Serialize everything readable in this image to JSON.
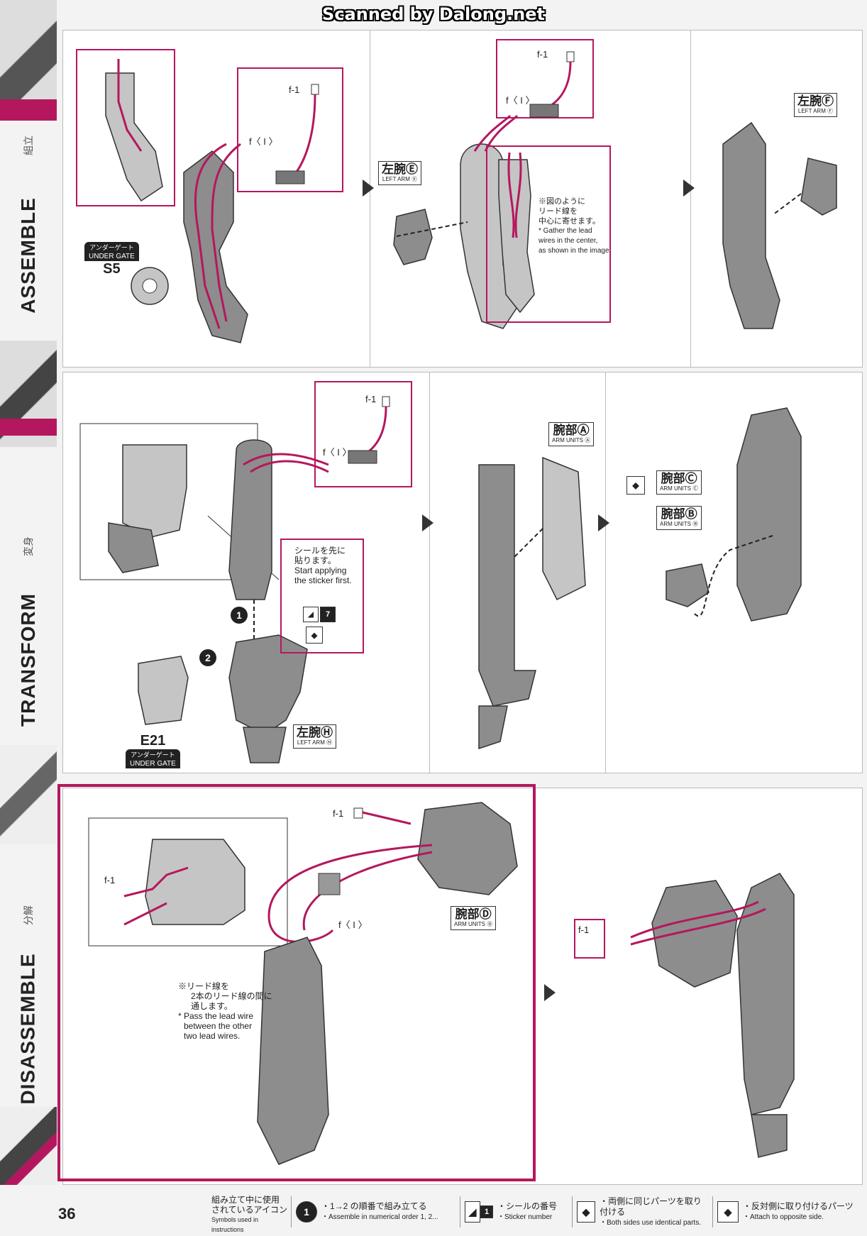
{
  "watermark": "Scanned by Dalong.net",
  "sidebar": {
    "sections": [
      {
        "en": "ASSEMBLE",
        "jp": "組立"
      },
      {
        "en": "TRANSFORM",
        "jp": "変身"
      },
      {
        "en": "DISASSEMBLE",
        "jp": "分解"
      }
    ]
  },
  "colors": {
    "accent": "#b5175e",
    "dark": "#222222",
    "part": "#8d8d8d"
  },
  "panel1": {
    "f1_label": "f-1",
    "fI_label": "f〈 I 〉",
    "gate_jp": "アンダーゲート",
    "gate_en": "UNDER GATE",
    "gate_part": "S5",
    "f1_label_b": "f-1",
    "fI_label_b": "f〈 I 〉",
    "partE_jp": "左腕Ⓔ",
    "partE_en": "LEFT ARM Ⓔ",
    "note_jp_1": "※図のように",
    "note_jp_2": "リード線を",
    "note_jp_3": "中心に寄せます。",
    "note_en_1": "* Gather the lead",
    "note_en_2": "wires in the center,",
    "note_en_3": "as shown in the image.",
    "partF_jp": "左腕Ⓕ",
    "partF_en": "LEFT ARM Ⓕ"
  },
  "panel2": {
    "f1_label": "f-1",
    "fI_label": "f〈 I 〉",
    "sticker_jp_1": "シールを先に",
    "sticker_jp_2": "貼ります。",
    "sticker_en_1": "Start applying",
    "sticker_en_2": "the sticker first.",
    "sticker_num": "7",
    "step1": "1",
    "step2": "2",
    "gate_part": "E21",
    "gate_jp": "アンダーゲート",
    "gate_en": "UNDER GATE",
    "partH_jp": "左腕Ⓗ",
    "partH_en": "LEFT ARM Ⓗ",
    "partA_jp": "腕部Ⓐ",
    "partA_en": "ARM UNITS Ⓐ",
    "partC_jp": "腕部Ⓒ",
    "partC_en": "ARM UNITS Ⓒ",
    "partB_jp": "腕部Ⓑ",
    "partB_en": "ARM UNITS Ⓑ"
  },
  "panel3": {
    "f1_label_inset": "f-1",
    "f1_label": "f-1",
    "fI_label": "f〈 I 〉",
    "partD_jp": "腕部Ⓓ",
    "partD_en": "ARM UNITS Ⓓ",
    "note_jp_1": "※リード線を",
    "note_jp_2": "2本のリード線の間に",
    "note_jp_3": "通します。",
    "note_en_1": "* Pass the lead wire",
    "note_en_2": "between the other",
    "note_en_3": "two lead wires.",
    "f1_label_right": "f-1"
  },
  "footer": {
    "page": "36",
    "legend_title_jp_1": "組み立て中に使用",
    "legend_title_jp_2": "されているアイコン",
    "legend_title_en": "Symbols used in instructions",
    "items": [
      {
        "icon": "1",
        "jp": "・1→2 の順番で組み立てる",
        "en": "・Assemble in numerical order 1, 2..."
      },
      {
        "icon": "1",
        "jp": "・シールの番号",
        "en": "・Sticker number"
      },
      {
        "icon": "◆",
        "jp": "・両側に同じパーツを取り付ける",
        "en": "・Both sides use identical parts."
      },
      {
        "icon": "◆",
        "jp": "・反対側に取り付けるパーツ",
        "en": "・Attach to opposite side."
      }
    ]
  }
}
